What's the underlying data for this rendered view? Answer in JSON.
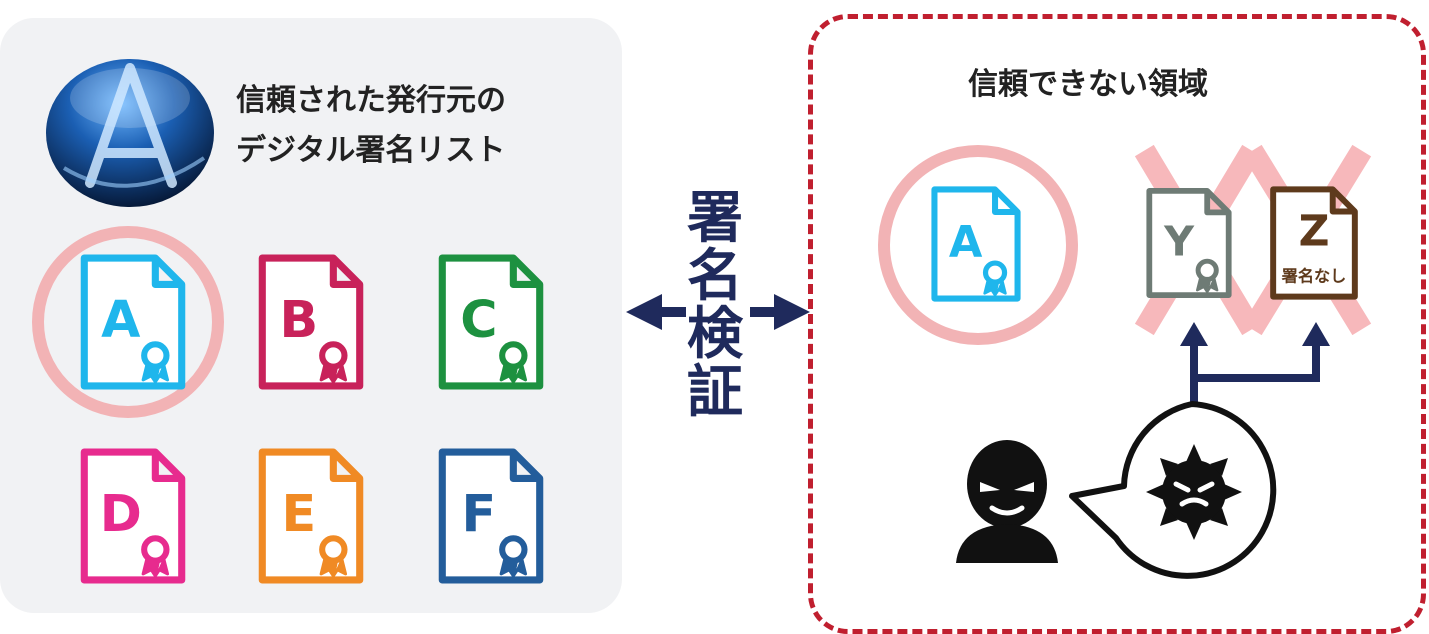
{
  "trusted": {
    "title_line1": "信頼された発行元の",
    "title_line2": "デジタル署名リスト",
    "documents": [
      {
        "letter": "A",
        "color": "#1fb6ec"
      },
      {
        "letter": "B",
        "color": "#c8225a"
      },
      {
        "letter": "C",
        "color": "#1d9140"
      },
      {
        "letter": "D",
        "color": "#e72b8e"
      },
      {
        "letter": "E",
        "color": "#f08a24"
      },
      {
        "letter": "F",
        "color": "#235d9b"
      }
    ]
  },
  "verify": {
    "label_chars": [
      "署",
      "名",
      "検",
      "証"
    ]
  },
  "untrusted": {
    "title": "信頼できない領域",
    "documents": [
      {
        "letter": "A",
        "color": "#1fb6ec"
      },
      {
        "letter": "Y",
        "color": "#6e7b75"
      },
      {
        "letter": "Z",
        "color": "#5e3a1c",
        "note": "署名なし"
      }
    ]
  },
  "colors": {
    "accent_dashed": "#c01f2f",
    "arrow": "#1f2a5c",
    "highlight_ring": "#f2b3b5",
    "cross": "#f7b8bb"
  }
}
